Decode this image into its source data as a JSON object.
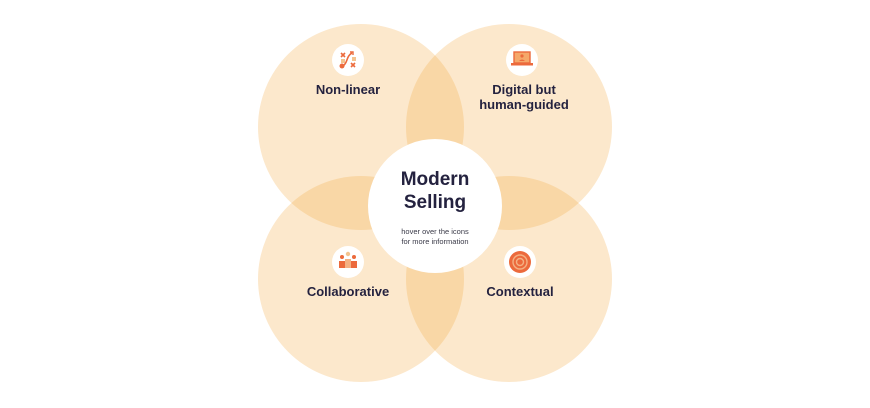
{
  "diagram": {
    "type": "venn",
    "center": {
      "title_line1": "Modern",
      "title_line2": "Selling",
      "hint_line1": "hover over the icons",
      "hint_line2": "for more information"
    },
    "sets": [
      {
        "id": "non-linear",
        "label": "Non-linear",
        "icon": "strategy-path-icon",
        "position": "top-left"
      },
      {
        "id": "digital",
        "label_line1": "Digital but",
        "label_line2": "human-guided",
        "icon": "laptop-user-icon",
        "position": "top-right"
      },
      {
        "id": "collaborative",
        "label": "Collaborative",
        "icon": "team-people-icon",
        "position": "bottom-left"
      },
      {
        "id": "contextual",
        "label": "Contextual",
        "icon": "target-icon",
        "position": "bottom-right"
      }
    ],
    "colors": {
      "circle_fill": "#fce8cc",
      "overlap_fill": "#f9d7a6",
      "center_fill": "#ffffff",
      "text": "#24223f",
      "icon_primary": "#ec6a3c",
      "icon_secondary": "#f4b183"
    }
  }
}
